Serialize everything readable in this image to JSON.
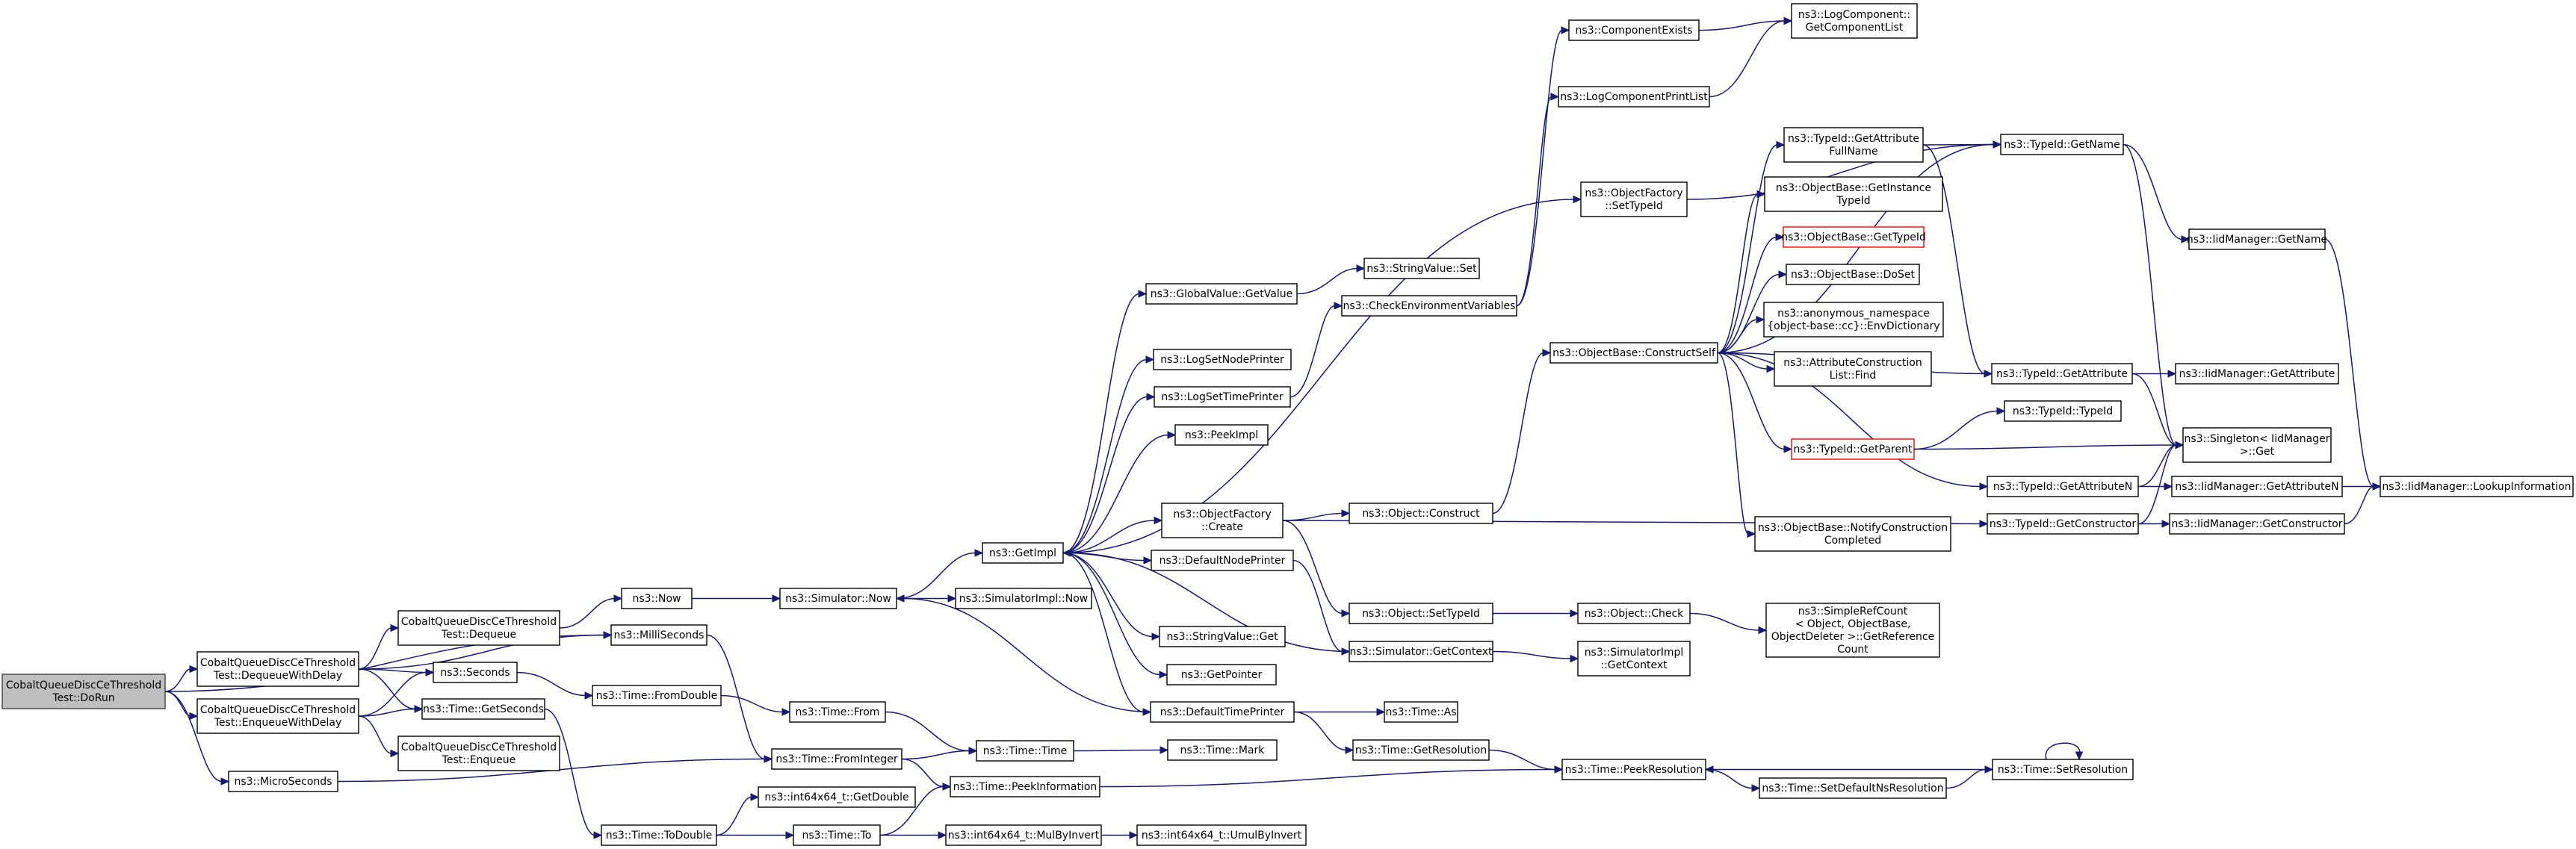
{
  "nodes": [
    {
      "id": "doRun",
      "lines": [
        "CobaltQueueDiscCeThreshold",
        "Test::DoRun"
      ],
      "kind": "root"
    },
    {
      "id": "dequeueWithDelay",
      "lines": [
        "CobaltQueueDiscCeThreshold",
        "Test::DequeueWithDelay"
      ]
    },
    {
      "id": "enqueueWithDelay",
      "lines": [
        "CobaltQueueDiscCeThreshold",
        "Test::EnqueueWithDelay"
      ]
    },
    {
      "id": "microSeconds",
      "lines": [
        "ns3::MicroSeconds"
      ]
    },
    {
      "id": "dequeue",
      "lines": [
        "CobaltQueueDiscCeThreshold",
        "Test::Dequeue"
      ]
    },
    {
      "id": "milliSeconds",
      "lines": [
        "ns3::MilliSeconds"
      ]
    },
    {
      "id": "seconds",
      "lines": [
        "ns3::Seconds"
      ]
    },
    {
      "id": "timeGetSeconds",
      "lines": [
        "ns3::Time::GetSeconds"
      ]
    },
    {
      "id": "enqueue",
      "lines": [
        "CobaltQueueDiscCeThreshold",
        "Test::Enqueue"
      ]
    },
    {
      "id": "now",
      "lines": [
        "ns3::Now"
      ]
    },
    {
      "id": "fromDouble",
      "lines": [
        "ns3::Time::FromDouble"
      ]
    },
    {
      "id": "toDouble",
      "lines": [
        "ns3::Time::ToDouble"
      ]
    },
    {
      "id": "simNow",
      "lines": [
        "ns3::Simulator::Now"
      ]
    },
    {
      "id": "timeFrom",
      "lines": [
        "ns3::Time::From"
      ]
    },
    {
      "id": "fromInteger",
      "lines": [
        "ns3::Time::FromInteger"
      ]
    },
    {
      "id": "getDouble",
      "lines": [
        "ns3::int64x64_t::GetDouble"
      ]
    },
    {
      "id": "timeTo",
      "lines": [
        "ns3::Time::To"
      ]
    },
    {
      "id": "getImpl",
      "lines": [
        "ns3::GetImpl"
      ]
    },
    {
      "id": "simImplNow",
      "lines": [
        "ns3::SimulatorImpl::Now"
      ]
    },
    {
      "id": "timeTime",
      "lines": [
        "ns3::Time::Time"
      ]
    },
    {
      "id": "peekInformation",
      "lines": [
        "ns3::Time::PeekInformation"
      ]
    },
    {
      "id": "mulByInvert",
      "lines": [
        "ns3::int64x64_t::MulByInvert"
      ]
    },
    {
      "id": "globalGetValue",
      "lines": [
        "ns3::GlobalValue::GetValue"
      ]
    },
    {
      "id": "logSetNodePrinter",
      "lines": [
        "ns3::LogSetNodePrinter"
      ]
    },
    {
      "id": "logSetTimePrinter",
      "lines": [
        "ns3::LogSetTimePrinter"
      ]
    },
    {
      "id": "peekImpl",
      "lines": [
        "ns3::PeekImpl"
      ]
    },
    {
      "id": "objFactoryCreate",
      "lines": [
        "ns3::ObjectFactory",
        "::Create"
      ]
    },
    {
      "id": "defaultNodePrinter",
      "lines": [
        "ns3::DefaultNodePrinter"
      ]
    },
    {
      "id": "stringValueGet",
      "lines": [
        "ns3::StringValue::Get"
      ]
    },
    {
      "id": "getPointer",
      "lines": [
        "ns3::GetPointer"
      ]
    },
    {
      "id": "defaultTimePrinter",
      "lines": [
        "ns3::DefaultTimePrinter"
      ]
    },
    {
      "id": "timeMark",
      "lines": [
        "ns3::Time::Mark"
      ]
    },
    {
      "id": "umulByInvert",
      "lines": [
        "ns3::int64x64_t::UmulByInvert"
      ]
    },
    {
      "id": "stringValueSet",
      "lines": [
        "ns3::StringValue::Set"
      ]
    },
    {
      "id": "checkEnvVars",
      "lines": [
        "ns3::CheckEnvironmentVariables"
      ]
    },
    {
      "id": "objectConstruct",
      "lines": [
        "ns3::Object::Construct"
      ]
    },
    {
      "id": "objectSetTypeId",
      "lines": [
        "ns3::Object::SetTypeId"
      ]
    },
    {
      "id": "simGetContext",
      "lines": [
        "ns3::Simulator::GetContext"
      ]
    },
    {
      "id": "timeAs",
      "lines": [
        "ns3::Time::As"
      ]
    },
    {
      "id": "timeGetResolution",
      "lines": [
        "ns3::Time::GetResolution"
      ]
    },
    {
      "id": "componentExists",
      "lines": [
        "ns3::ComponentExists"
      ]
    },
    {
      "id": "logComponentPrintList",
      "lines": [
        "ns3::LogComponentPrintList"
      ]
    },
    {
      "id": "objFactorySetTypeId",
      "lines": [
        "ns3::ObjectFactory",
        "::SetTypeId"
      ]
    },
    {
      "id": "objBaseConstructSelf",
      "lines": [
        "ns3::ObjectBase::ConstructSelf"
      ]
    },
    {
      "id": "objectCheck",
      "lines": [
        "ns3::Object::Check"
      ]
    },
    {
      "id": "simImplGetContext",
      "lines": [
        "ns3::SimulatorImpl",
        "::GetContext"
      ]
    },
    {
      "id": "peekResolution",
      "lines": [
        "ns3::Time::PeekResolution"
      ]
    },
    {
      "id": "getComponentList",
      "lines": [
        "ns3::LogComponent::",
        "GetComponentList"
      ]
    },
    {
      "id": "getAttributeFullName",
      "lines": [
        "ns3::TypeId::GetAttribute",
        "FullName"
      ]
    },
    {
      "id": "getInstanceTypeId",
      "lines": [
        "ns3::ObjectBase::GetInstance",
        "TypeId"
      ]
    },
    {
      "id": "objBaseGetTypeId",
      "lines": [
        "ns3::ObjectBase::GetTypeId"
      ],
      "kind": "trunc"
    },
    {
      "id": "objBaseDoSet",
      "lines": [
        "ns3::ObjectBase::DoSet"
      ]
    },
    {
      "id": "envDictionary",
      "lines": [
        "ns3::anonymous_namespace",
        "{object-base::cc}::EnvDictionary"
      ]
    },
    {
      "id": "attrConstructionFind",
      "lines": [
        "ns3::AttributeConstruction",
        "List::Find"
      ]
    },
    {
      "id": "typeIdGetParent",
      "lines": [
        "ns3::TypeId::GetParent"
      ],
      "kind": "trunc"
    },
    {
      "id": "notifyConstruction",
      "lines": [
        "ns3::ObjectBase::NotifyConstruction",
        "Completed"
      ]
    },
    {
      "id": "simpleRefCount",
      "lines": [
        "ns3::SimpleRefCount",
        "< Object, ObjectBase,",
        "ObjectDeleter >::GetReference",
        "Count"
      ]
    },
    {
      "id": "setDefaultNsResolution",
      "lines": [
        "ns3::Time::SetDefaultNsResolution"
      ]
    },
    {
      "id": "typeIdGetName",
      "lines": [
        "ns3::TypeId::GetName"
      ]
    },
    {
      "id": "typeIdGetAttribute",
      "lines": [
        "ns3::TypeId::GetAttribute"
      ]
    },
    {
      "id": "typeIdTypeId",
      "lines": [
        "ns3::TypeId::TypeId"
      ]
    },
    {
      "id": "typeIdGetAttributeN",
      "lines": [
        "ns3::TypeId::GetAttributeN"
      ]
    },
    {
      "id": "typeIdGetConstructor",
      "lines": [
        "ns3::TypeId::GetConstructor"
      ]
    },
    {
      "id": "setResolution",
      "lines": [
        "ns3::Time::SetResolution"
      ]
    },
    {
      "id": "iidGetName",
      "lines": [
        "ns3::IidManager::GetName"
      ]
    },
    {
      "id": "iidGetAttribute",
      "lines": [
        "ns3::IidManager::GetAttribute"
      ]
    },
    {
      "id": "singletonGet",
      "lines": [
        "ns3::Singleton< IidManager",
        ">::Get"
      ]
    },
    {
      "id": "iidGetAttributeN",
      "lines": [
        "ns3::IidManager::GetAttributeN"
      ]
    },
    {
      "id": "iidGetConstructor",
      "lines": [
        "ns3::IidManager::GetConstructor"
      ]
    },
    {
      "id": "iidLookupInformation",
      "lines": [
        "ns3::IidManager::LookupInformation"
      ]
    }
  ],
  "edges": [
    [
      "doRun",
      "dequeueWithDelay"
    ],
    [
      "doRun",
      "enqueueWithDelay"
    ],
    [
      "doRun",
      "microSeconds"
    ],
    [
      "doRun",
      "milliSeconds"
    ],
    [
      "dequeueWithDelay",
      "dequeue"
    ],
    [
      "dequeueWithDelay",
      "milliSeconds"
    ],
    [
      "dequeueWithDelay",
      "seconds"
    ],
    [
      "dequeueWithDelay",
      "timeGetSeconds"
    ],
    [
      "enqueueWithDelay",
      "enqueue"
    ],
    [
      "enqueueWithDelay",
      "seconds"
    ],
    [
      "enqueueWithDelay",
      "timeGetSeconds"
    ],
    [
      "microSeconds",
      "fromInteger"
    ],
    [
      "milliSeconds",
      "fromInteger"
    ],
    [
      "seconds",
      "fromDouble"
    ],
    [
      "timeGetSeconds",
      "toDouble"
    ],
    [
      "dequeue",
      "now"
    ],
    [
      "now",
      "simNow"
    ],
    [
      "fromDouble",
      "timeFrom"
    ],
    [
      "timeFrom",
      "timeTime"
    ],
    [
      "fromInteger",
      "timeTime"
    ],
    [
      "fromInteger",
      "peekInformation"
    ],
    [
      "toDouble",
      "getDouble"
    ],
    [
      "toDouble",
      "timeTo"
    ],
    [
      "timeTo",
      "peekInformation"
    ],
    [
      "timeTo",
      "mulByInvert"
    ],
    [
      "mulByInvert",
      "umulByInvert"
    ],
    [
      "simNow",
      "getImpl"
    ],
    [
      "simNow",
      "simImplNow"
    ],
    [
      "timeTime",
      "timeMark"
    ],
    [
      "peekInformation",
      "peekResolution"
    ],
    [
      "getImpl",
      "globalGetValue"
    ],
    [
      "getImpl",
      "logSetNodePrinter"
    ],
    [
      "getImpl",
      "logSetTimePrinter"
    ],
    [
      "getImpl",
      "peekImpl"
    ],
    [
      "getImpl",
      "objFactoryCreate"
    ],
    [
      "getImpl",
      "defaultNodePrinter"
    ],
    [
      "getImpl",
      "stringValueGet"
    ],
    [
      "getImpl",
      "getPointer"
    ],
    [
      "getImpl",
      "defaultTimePrinter"
    ],
    [
      "getImpl",
      "objFactorySetTypeId"
    ],
    [
      "globalGetValue",
      "stringValueSet"
    ],
    [
      "logSetTimePrinter",
      "checkEnvVars"
    ],
    [
      "checkEnvVars",
      "componentExists"
    ],
    [
      "checkEnvVars",
      "logComponentPrintList"
    ],
    [
      "componentExists",
      "getComponentList"
    ],
    [
      "logComponentPrintList",
      "getComponentList"
    ],
    [
      "objFactoryCreate",
      "objectConstruct"
    ],
    [
      "objFactoryCreate",
      "objectSetTypeId"
    ],
    [
      "objFactoryCreate",
      "typeIdGetConstructor"
    ],
    [
      "defaultNodePrinter",
      "simGetContext"
    ],
    [
      "simGetContext",
      "getImpl"
    ],
    [
      "simGetContext",
      "simImplGetContext"
    ],
    [
      "defaultTimePrinter",
      "simNow"
    ],
    [
      "defaultTimePrinter",
      "timeAs"
    ],
    [
      "defaultTimePrinter",
      "timeGetResolution"
    ],
    [
      "timeGetResolution",
      "peekResolution"
    ],
    [
      "objectConstruct",
      "objBaseConstructSelf"
    ],
    [
      "objectSetTypeId",
      "objectCheck"
    ],
    [
      "objectCheck",
      "simpleRefCount"
    ],
    [
      "objFactorySetTypeId",
      "typeIdGetName"
    ],
    [
      "objBaseConstructSelf",
      "getAttributeFullName"
    ],
    [
      "objBaseConstructSelf",
      "getInstanceTypeId"
    ],
    [
      "objBaseConstructSelf",
      "objBaseGetTypeId"
    ],
    [
      "objBaseConstructSelf",
      "objBaseDoSet"
    ],
    [
      "objBaseConstructSelf",
      "envDictionary"
    ],
    [
      "objBaseConstructSelf",
      "attrConstructionFind"
    ],
    [
      "objBaseConstructSelf",
      "typeIdGetAttribute"
    ],
    [
      "objBaseConstructSelf",
      "typeIdGetParent"
    ],
    [
      "objBaseConstructSelf",
      "typeIdGetAttributeN"
    ],
    [
      "objBaseConstructSelf",
      "notifyConstruction"
    ],
    [
      "objBaseConstructSelf",
      "typeIdGetName"
    ],
    [
      "getAttributeFullName",
      "typeIdGetName"
    ],
    [
      "getAttributeFullName",
      "typeIdGetAttribute"
    ],
    [
      "typeIdGetParent",
      "typeIdTypeId"
    ],
    [
      "typeIdGetParent",
      "singletonGet"
    ],
    [
      "typeIdGetName",
      "iidGetName"
    ],
    [
      "typeIdGetName",
      "singletonGet"
    ],
    [
      "typeIdGetAttribute",
      "iidGetAttribute"
    ],
    [
      "typeIdGetAttribute",
      "singletonGet"
    ],
    [
      "typeIdGetAttributeN",
      "iidGetAttributeN"
    ],
    [
      "typeIdGetAttributeN",
      "singletonGet"
    ],
    [
      "typeIdGetConstructor",
      "iidGetConstructor"
    ],
    [
      "typeIdGetConstructor",
      "singletonGet"
    ],
    [
      "iidGetName",
      "iidLookupInformation"
    ],
    [
      "iidGetAttributeN",
      "iidLookupInformation"
    ],
    [
      "iidGetConstructor",
      "iidLookupInformation"
    ],
    [
      "peekResolution",
      "setDefaultNsResolution"
    ],
    [
      "setDefaultNsResolution",
      "setResolution"
    ],
    [
      "setResolution",
      "peekResolution"
    ],
    [
      "setResolution",
      "setResolution"
    ]
  ]
}
